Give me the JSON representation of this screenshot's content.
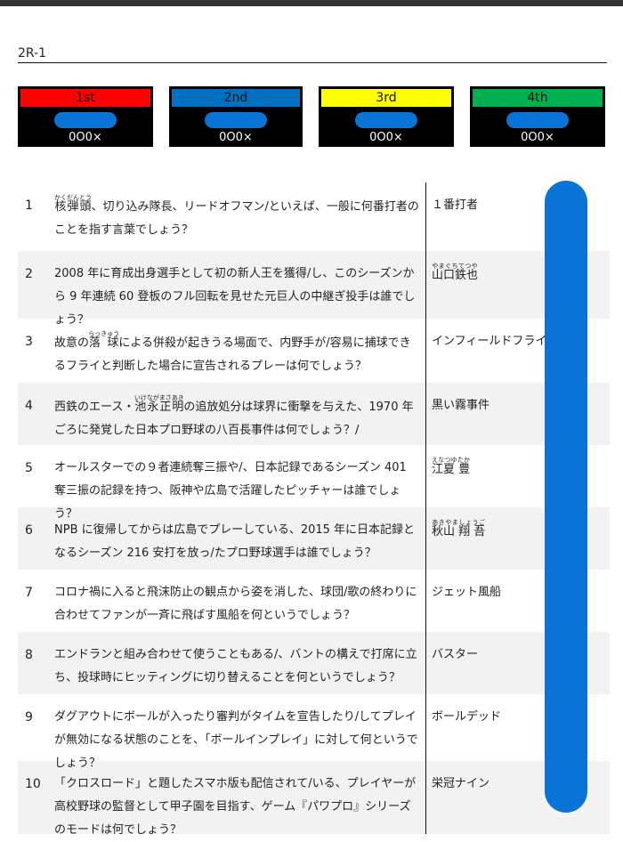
{
  "title": "2R-1",
  "players": [
    {
      "rank": "1st",
      "color": "#ff0000",
      "score": "0O0×"
    },
    {
      "rank": "2nd",
      "color": "#0070c0",
      "score": "0O0×"
    },
    {
      "rank": "3rd",
      "color": "#ffff00",
      "score": "0O0×"
    },
    {
      "rank": "4th",
      "color": "#00b050",
      "score": "0O0×"
    }
  ],
  "redaction_color": "#0a74d6",
  "questions": [
    {
      "num": "1",
      "q": [
        {
          "t": "核弾頭",
          "r": "かくだんとう"
        },
        {
          "t": "、切り込み隊長、リードオフマン/といえば、一般に何番打者のことを指す言葉でしょう？"
        }
      ],
      "a": [
        {
          "t": "１番打者"
        }
      ]
    },
    {
      "num": "2",
      "q": [
        {
          "t": "2008 年に育成出身選手として初の新人王を獲得/し、このシーズンから 9 年連続 60 登板のフル回転を見せた元巨人の中継ぎ投手は誰でしょう？"
        }
      ],
      "a": [
        {
          "t": "山口鉄也",
          "r": "やまぐちてつや"
        }
      ]
    },
    {
      "num": "3",
      "q": [
        {
          "t": "故意の"
        },
        {
          "t": "落 球",
          "r": "らっきゅう"
        },
        {
          "t": "による併殺が起きうる場面で、内野手が/容易に捕球できるフライと判断した場合に宣告されるプレーは何でしょう？"
        }
      ],
      "a": [
        {
          "t": "インフィールドフライ"
        }
      ]
    },
    {
      "num": "4",
      "q": [
        {
          "t": "西鉄のエース・"
        },
        {
          "t": "池永正明",
          "r": "いけながまさあき"
        },
        {
          "t": "の追放処分は球界に衝撃を与えた、1970 年ごろに発覚した日本プロ野球の八百長事件は何でしょう？/"
        }
      ],
      "a": [
        {
          "t": "黒い霧事件"
        }
      ]
    },
    {
      "num": "5",
      "q": [
        {
          "t": "オールスターでの９者連続奪三振や/、日本記録であるシーズン 401 奪三振の記録を持つ、阪神や広島で活躍したピッチャーは誰でしょう？"
        }
      ],
      "a": [
        {
          "t": "江夏 豊",
          "r": "えなつゆたか"
        }
      ]
    },
    {
      "num": "6",
      "q": [
        {
          "t": "NPB に復帰してからは広島でプレーしている、2015 年に日本記録となるシーズン 216 安打を放っ/たプロ野球選手は誰でしょう？"
        }
      ],
      "a": [
        {
          "t": "秋山 翔 吾",
          "r": "あきやましょうご"
        }
      ]
    },
    {
      "num": "7",
      "q": [
        {
          "t": "コロナ禍に入ると飛沫防止の観点から姿を消した、球団/歌の終わりに合わせてファンが一斉に飛ばす風船を何というでしょう？"
        }
      ],
      "a": [
        {
          "t": "ジェット風船"
        }
      ]
    },
    {
      "num": "8",
      "q": [
        {
          "t": "エンドランと組み合わせて使うこともある/、バントの構えで打席に立ち、投球時にヒッティングに切り替えることを何というでしょう？"
        }
      ],
      "a": [
        {
          "t": "バスター"
        }
      ]
    },
    {
      "num": "9",
      "q": [
        {
          "t": "ダグアウトにボールが入ったり審判がタイムを宣告したり/してプレイが無効になる状態のことを、「ボールインプレイ」に対して何というでしょう？"
        }
      ],
      "a": [
        {
          "t": "ボールデッド"
        }
      ]
    },
    {
      "num": "10",
      "q": [
        {
          "t": "「クロスロード」と題したスマホ版も配信されて/いる、プレイヤーが高校野球の監督として甲子園を目指す、ゲーム『パワプロ』シリーズのモードは何でしょう？"
        }
      ],
      "a": [
        {
          "t": "栄冠ナイン"
        }
      ]
    }
  ]
}
